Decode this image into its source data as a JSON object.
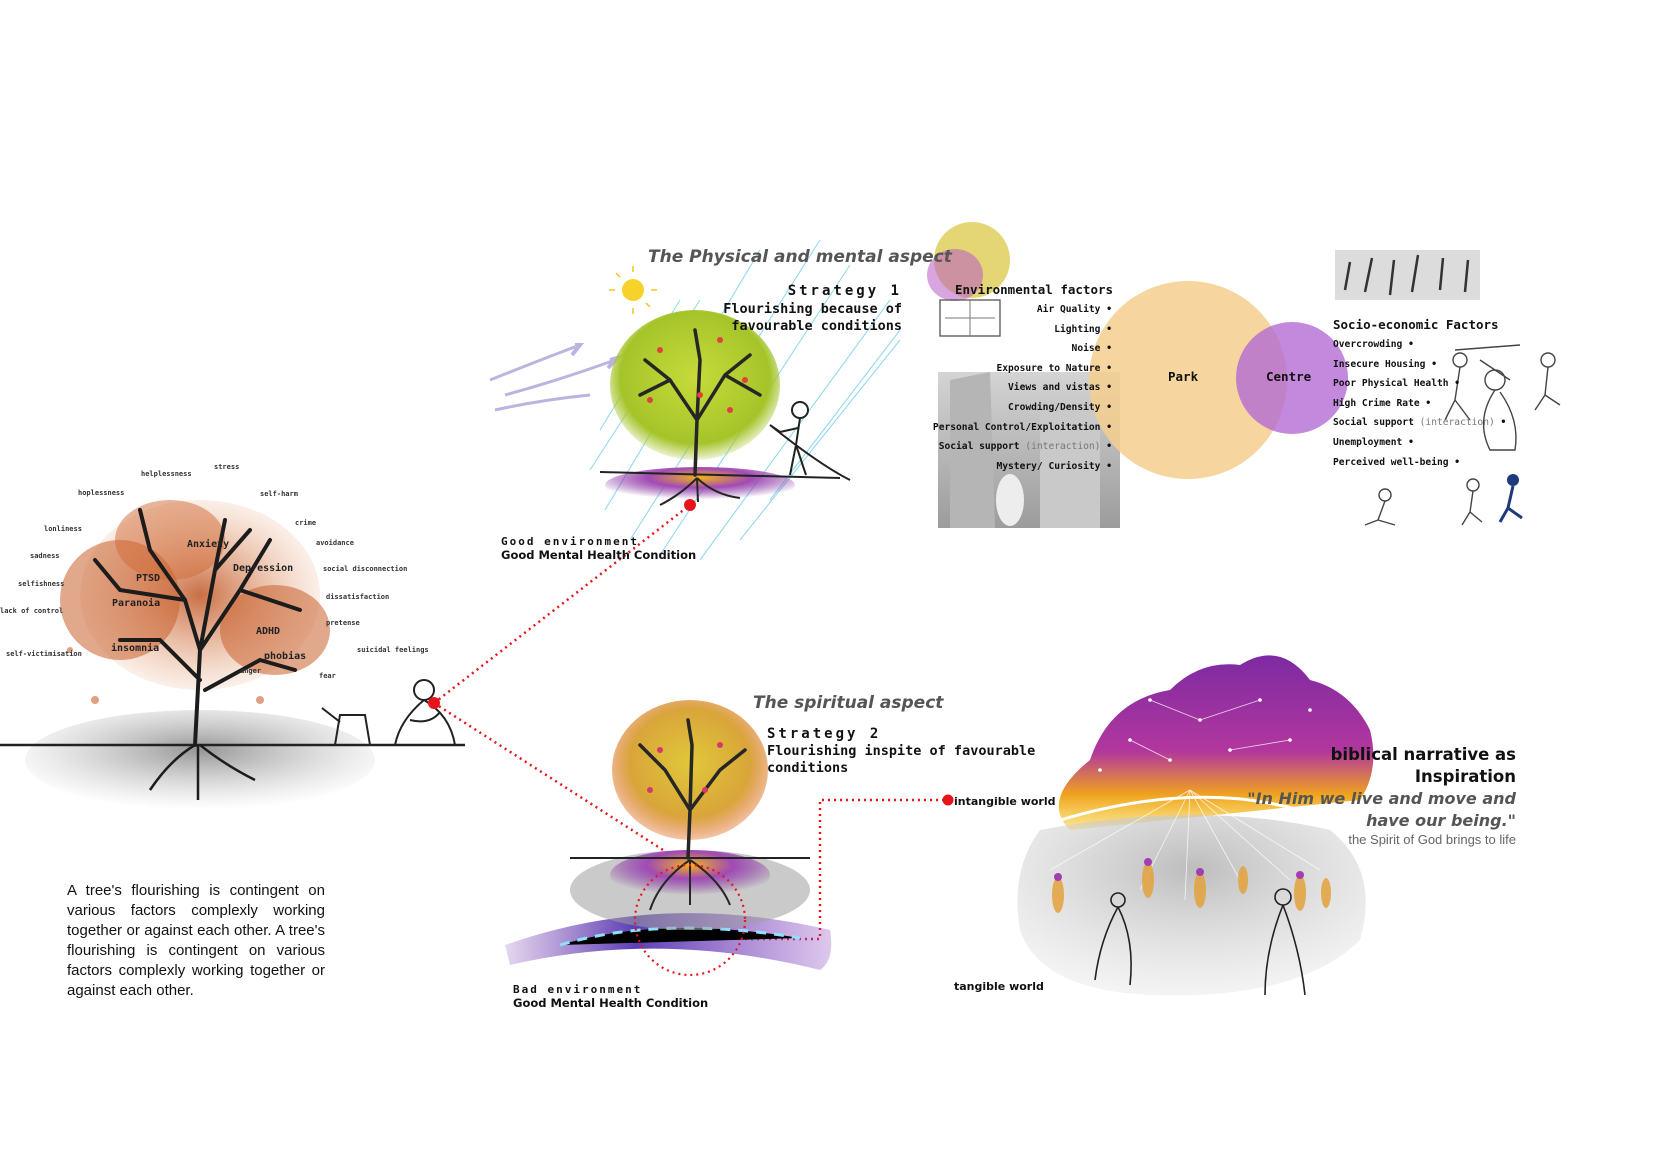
{
  "colors": {
    "accent_red": "#e8141c",
    "park_circle": "#f5cf8d",
    "centre_circle": "#b36bd3",
    "autumn_leaves": "#c85a28",
    "spring_leaves": "#b7cf2e",
    "purple_soil": "#7b2f9a",
    "sky_purple": "#8c2aa8",
    "sky_yellow": "#f3c11a"
  },
  "left": {
    "emotions_small": [
      "stress",
      "helplessness",
      "hoplessness",
      "self-harm",
      "crime",
      "lonliness",
      "avoidance",
      "sadness",
      "social disconnection",
      "selfishness",
      "dissatisfaction",
      "lack of control",
      "pretense",
      "suicidal feelings",
      "self-victimisation",
      "anger",
      "fear"
    ],
    "emotions_big": [
      "Anxiety",
      "Depression",
      "PTSD",
      "Paranoia",
      "ADHD",
      "insomnia",
      "phobias"
    ],
    "paragraph": "A tree's flourishing is contingent on various factors complexly working together or against each other. A tree's flourishing is contingent on various factors complexly working together or against each other."
  },
  "strategy1": {
    "heading": "The Physical and mental aspect",
    "title": "Strategy 1",
    "subtitle_line1": "Flourishing because of",
    "subtitle_line2": "favourable conditions",
    "caption1": "Good environment",
    "caption2": "Good Mental Health Condition"
  },
  "strategy2": {
    "heading": "The spiritual aspect",
    "title": "Strategy 2",
    "subtitle_line1": "Flourishing inspite of favourable",
    "subtitle_line2": "conditions",
    "caption1": "Bad environment",
    "caption2": "Good Mental Health Condition"
  },
  "environmental": {
    "title": "Environmental factors",
    "items": [
      {
        "text": "Air Quality",
        "muted": ""
      },
      {
        "text": "Lighting",
        "muted": ""
      },
      {
        "text": "Noise",
        "muted": ""
      },
      {
        "text": "Exposure to Nature",
        "muted": ""
      },
      {
        "text": "Views and vistas",
        "muted": ""
      },
      {
        "text": "Crowding/Density",
        "muted": ""
      },
      {
        "text": "Personal Control/Exploitation",
        "muted": ""
      },
      {
        "text": "Social support",
        "muted": "(interaction)"
      },
      {
        "text": "Mystery/ Curiosity",
        "muted": ""
      }
    ]
  },
  "venn": {
    "park_label": "Park",
    "centre_label": "Centre"
  },
  "socio": {
    "title": "Socio-economic Factors",
    "items": [
      {
        "text": "Overcrowding",
        "muted": ""
      },
      {
        "text": "Insecure Housing",
        "muted": ""
      },
      {
        "text": "Poor Physical Health",
        "muted": ""
      },
      {
        "text": "High Crime Rate",
        "muted": ""
      },
      {
        "text": "Social support",
        "muted": "(interaction)"
      },
      {
        "text": "Unemployment",
        "muted": ""
      },
      {
        "text": "Perceived well-being",
        "muted": ""
      }
    ]
  },
  "spiritual": {
    "intangible_label": "intangible world",
    "tangible_label": "tangible world",
    "biblical_line1": "biblical narrative as",
    "biblical_line2": "Inspiration",
    "quote_line1": "\"In Him we live and move and",
    "quote_line2": "have our being.\"",
    "subline": "the Spirit of God brings to life"
  }
}
